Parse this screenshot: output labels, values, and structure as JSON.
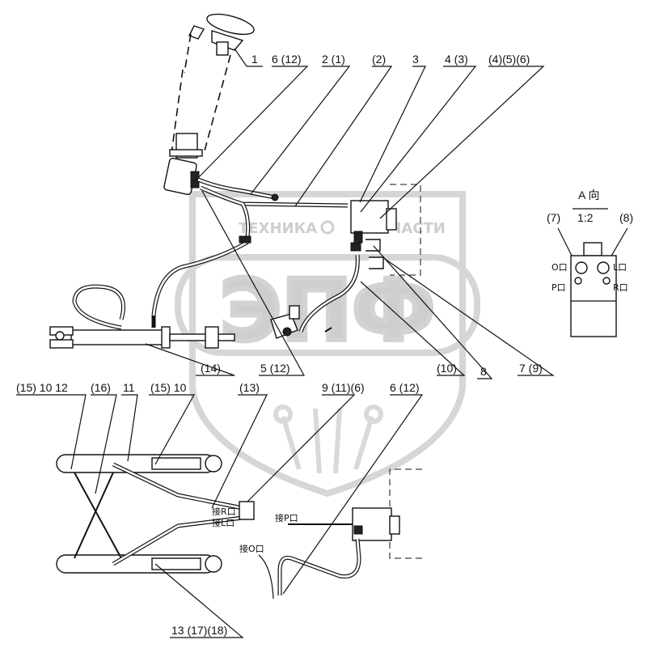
{
  "watermark": {
    "line1_left": "ТЕХНИКА",
    "line1_right": "ЗАПЧАСТИ",
    "logo": "ЭПФ"
  },
  "callouts": {
    "c1": "1",
    "c6_12_top": "6 (12)",
    "c2_1": "2 (1)",
    "c2": "(2)",
    "c3": "3",
    "c4_3": "4 (3)",
    "c4_5_6": "(4)(5)(6)",
    "c14": "(14)",
    "c5_12": "5 (12)",
    "c10": "(10)",
    "c8": "8",
    "c7_9": "7 (9)",
    "c15_10_12": "(15) 10 12",
    "c16": "(16)",
    "c11": "11",
    "c15_10": "(15) 10",
    "c13": "(13)",
    "c9_11_6": "9 (11)(6)",
    "c6_12_bottom": "6 (12)",
    "c13_17_18": "13 (17)(18)"
  },
  "view_a": {
    "title": "A 向",
    "scale": "1:2",
    "label7": "(7)",
    "label8": "(8)",
    "port_o": "O口",
    "port_l": "L口",
    "port_p": "P口",
    "port_r": "R口"
  },
  "connections": {
    "to_r": "接R口",
    "to_l": "接L口",
    "to_p": "接P口",
    "to_o": "接O口"
  }
}
